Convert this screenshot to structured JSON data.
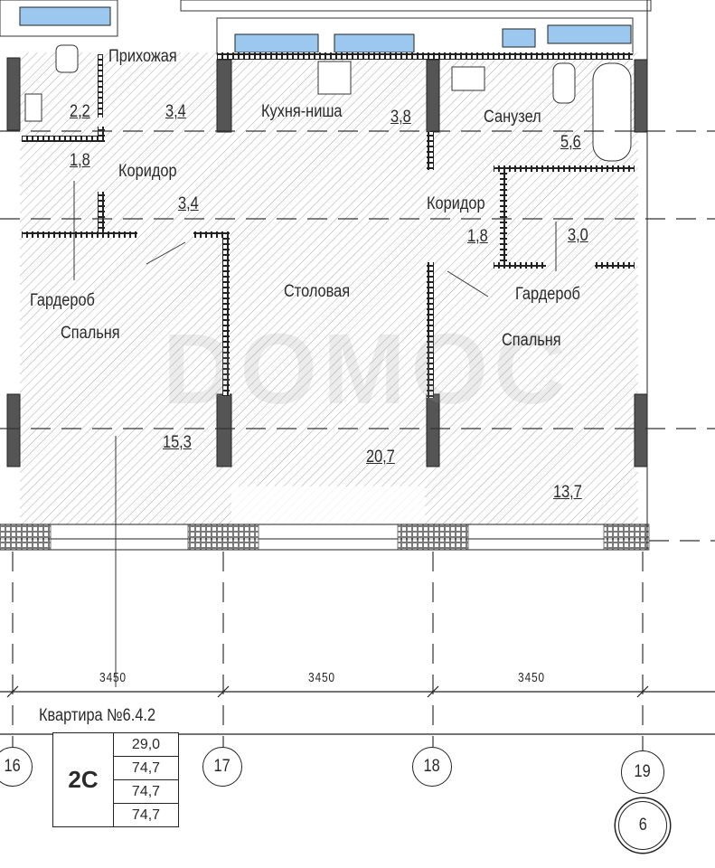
{
  "rooms": {
    "hallway": {
      "name": "Прихожая",
      "area": "2,2",
      "area2": "3,4"
    },
    "kitchen": {
      "name": "Кухня-ниша",
      "area": "3,8"
    },
    "bathroom": {
      "name": "Санузел",
      "area": "5,6"
    },
    "corridor_left": {
      "name": "Коридор",
      "area": "1,8",
      "area2": "3,4"
    },
    "corridor_right": {
      "name": "Коридор",
      "area": "1,8",
      "area2": "3,0"
    },
    "wardrobe_left": {
      "name": "Гардероб"
    },
    "bedroom_left": {
      "name": "Спальня",
      "area": "15,3"
    },
    "dining": {
      "name": "Столовая",
      "area": "20,7"
    },
    "wardrobe_right": {
      "name": "Гардероб"
    },
    "bedroom_right": {
      "name": "Спальня",
      "area": "13,7"
    }
  },
  "dimensions": [
    "3450",
    "3450",
    "3450"
  ],
  "apartment": {
    "title": "Квартира №6.4.2",
    "type": "2С",
    "values": [
      "29,0",
      "74,7",
      "74,7",
      "74,7"
    ]
  },
  "axes": [
    "16",
    "17",
    "18",
    "19",
    "6"
  ],
  "watermark": "DOMOC",
  "colors": {
    "appliance_blue": "#9cc8f0",
    "wall": "#555555",
    "hatch": "#9a9a9a"
  }
}
